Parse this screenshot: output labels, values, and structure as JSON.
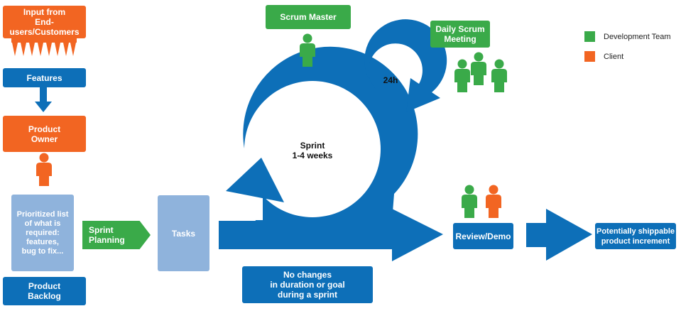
{
  "colors": {
    "blue": "#0d6fb8",
    "orange": "#f26522",
    "green": "#3aaa49",
    "pale_blue": "#8fb3dc"
  },
  "nodes": {
    "input": "Input from\nEnd-users/Customers",
    "features": "Features",
    "product_owner": "Product\nOwner",
    "prioritized_list": "Prioritized list\nof what is\nrequired:\nfeatures,\nbug to fix...",
    "product_backlog": "Product\nBacklog",
    "sprint_planning": "Sprint\nPlanning",
    "tasks": "Tasks",
    "scrum_master": "Scrum Master",
    "daily_scrum": "Daily Scrum\nMeeting",
    "cycle_24h": "24h",
    "sprint": "Sprint\n1-4 weeks",
    "no_changes": "No changes\nin duration or goal\nduring a sprint",
    "review_demo": "Review/Demo",
    "increment": "Potentially shippable\nproduct increment"
  },
  "legend": [
    {
      "label": "Development Team",
      "color": "#3aaa49",
      "icon": "green-square"
    },
    {
      "label": "Client",
      "color": "#f26522",
      "icon": "orange-square"
    }
  ],
  "icons": {
    "person": "person-icon",
    "arrow": "arrow-icon"
  }
}
